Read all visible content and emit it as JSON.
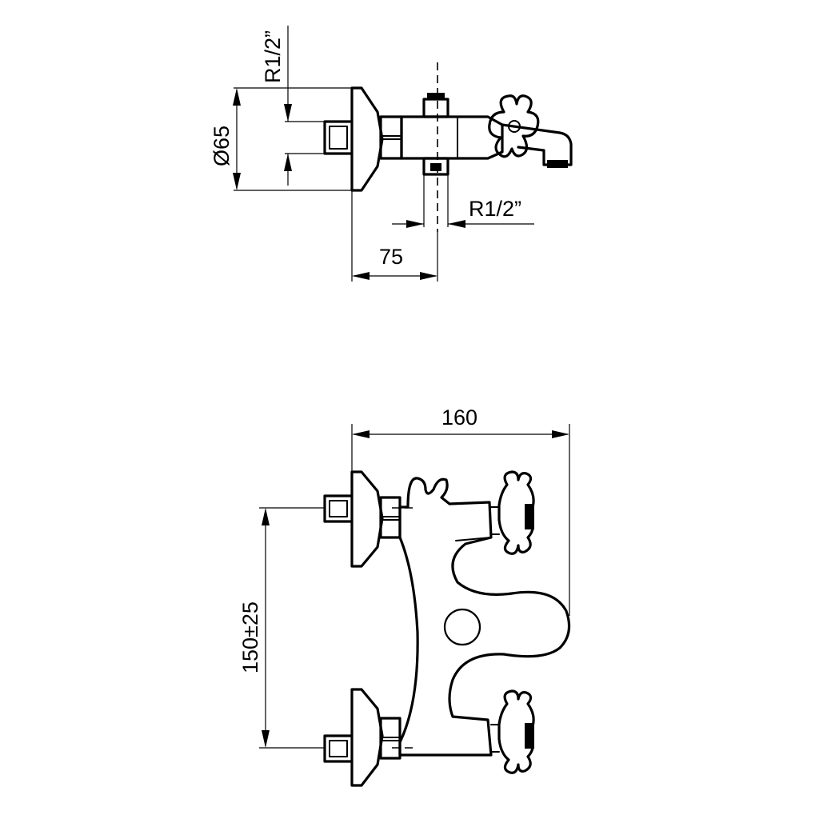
{
  "top_view": {
    "thread_left_label": "R1/2”",
    "diameter_label": "Ø65",
    "thread_right_label": "R1/2”",
    "offset_label": "75"
  },
  "front_view": {
    "width_label": "160",
    "spacing_label": "150±25"
  }
}
